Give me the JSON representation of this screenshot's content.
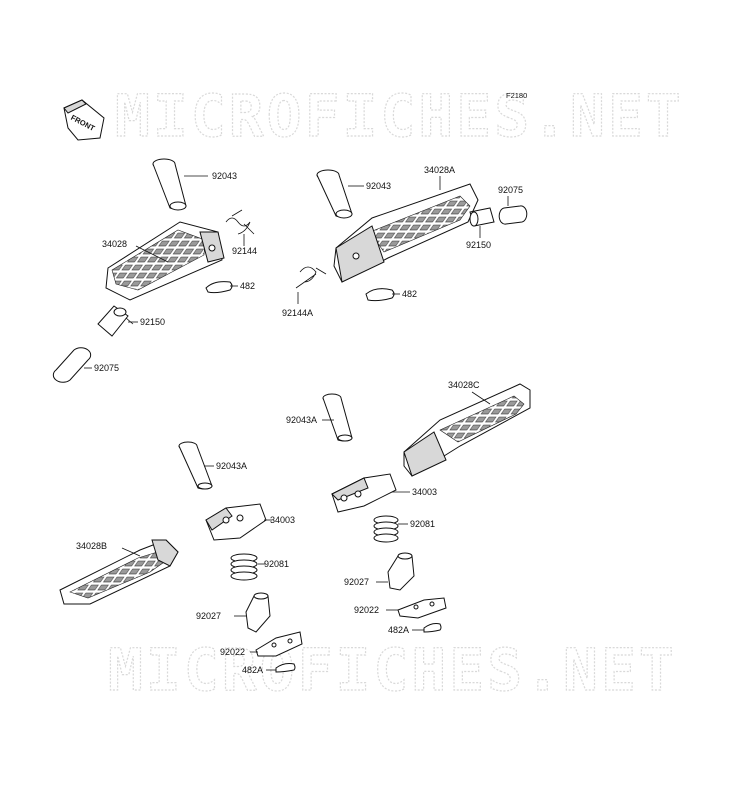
{
  "diagram_code": "F2180",
  "front_arrow_label": "FRONT",
  "watermark_top": "MICROFICHES.NET",
  "watermark_bottom": "MICROFICHES.NET",
  "labels": {
    "p92043_a": "92043",
    "p34028": "34028",
    "p92144": "92144",
    "p482_a": "482",
    "p92150_a": "92150",
    "p92075_a": "92075",
    "p92043_b": "92043",
    "p34028A": "34028A",
    "p92075_b": "92075",
    "p92150_b": "92150",
    "p482_b": "482",
    "p92144A": "92144A",
    "p34028C": "34028C",
    "p92043A_b": "92043A",
    "p92043A_a": "92043A",
    "p34003_b": "34003",
    "p34003_a": "34003",
    "p92081_b": "92081",
    "p34028B": "34028B",
    "p92081_a": "92081",
    "p92027_b": "92027",
    "p92022_b": "92022",
    "p92027_a": "92027",
    "p482A_b": "482A",
    "p92022_a": "92022",
    "p482A_a": "482A"
  }
}
